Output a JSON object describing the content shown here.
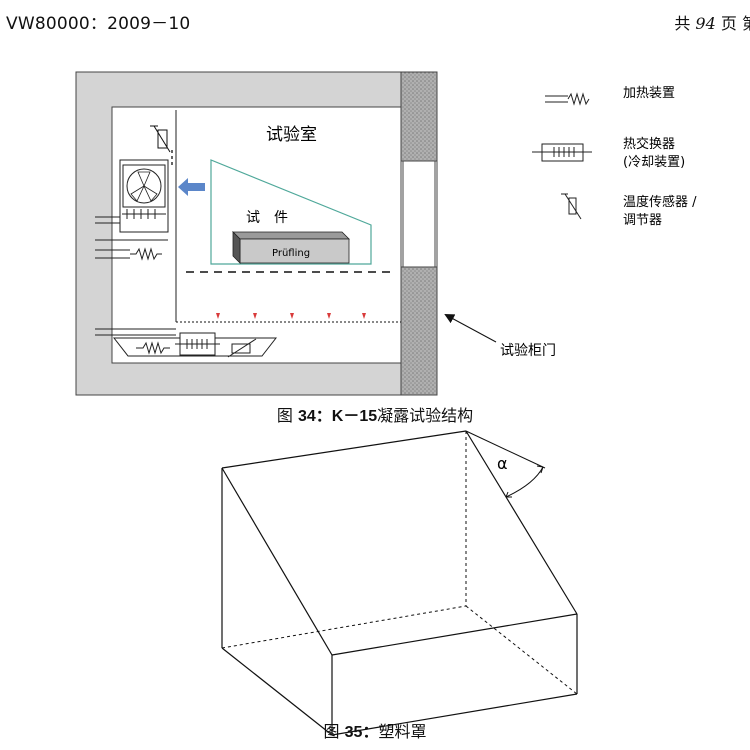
{
  "header": {
    "doc_id": "VW80000：2009－10",
    "total_prefix": "共",
    "total_pages": "94",
    "page_word": "页",
    "cut_word": "第"
  },
  "figure34": {
    "chamber_label": "试验室",
    "specimen_label": "试　件",
    "specimen_tag": "Prüfling",
    "door_label": "试验柜门",
    "caption_prefix": "图",
    "caption_number": "34：K－15",
    "caption_text": "凝露试验结构",
    "legend": [
      {
        "icon": "heater-icon",
        "line1": "加热装置",
        "line2": ""
      },
      {
        "icon": "heat-exchanger-icon",
        "line1": "热交换器",
        "line2": "(冷却装置)"
      },
      {
        "icon": "temperature-sensor-icon",
        "line1": "温度传感器 /",
        "line2": "调节器"
      }
    ]
  },
  "figure35": {
    "angle_label": "α",
    "caption_prefix": "图",
    "caption_number": "35：",
    "caption_text": "塑料罩"
  },
  "colors": {
    "wall_gray": "#d4d4d4",
    "wall_dark": "#9a9a9a",
    "specimen_outline": "#4fa89a",
    "arrow_blue": "#5b86c9",
    "drip_red": "#d93b3b"
  }
}
